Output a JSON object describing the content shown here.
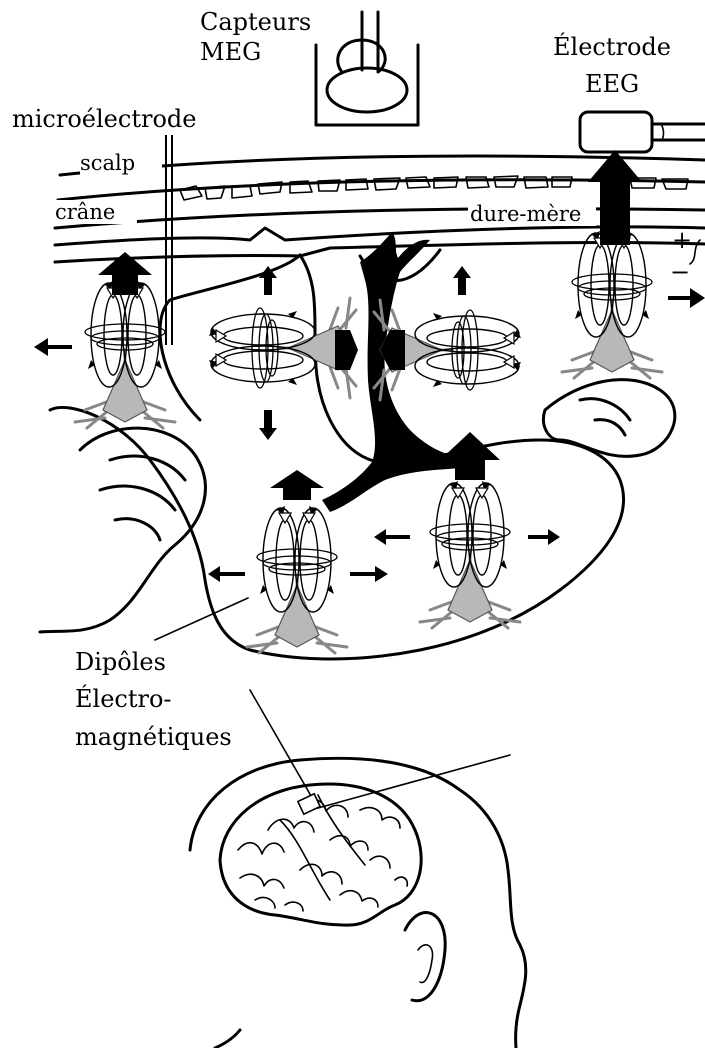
{
  "labels": {
    "meg_sensors": [
      "Capteurs",
      "MEG"
    ],
    "eeg_electrode": [
      "Électrode",
      "EEG"
    ],
    "microelectrode": "microélectrode",
    "scalp": "scalp",
    "skull": "crâne",
    "dura": "dure-mère",
    "dipoles": [
      "Dipôles",
      "Électro-",
      "magnétiques"
    ],
    "plus": "+",
    "minus": "−"
  }
}
